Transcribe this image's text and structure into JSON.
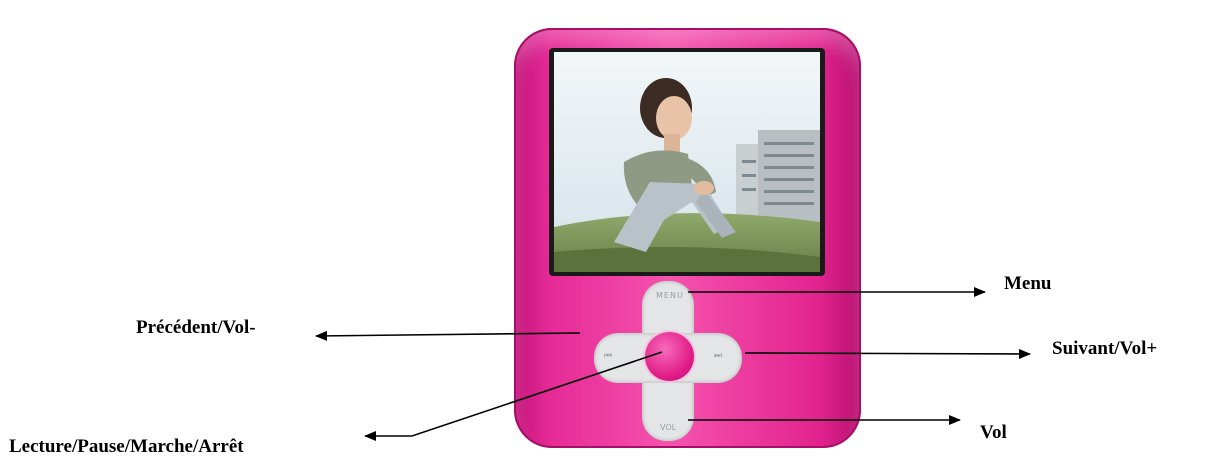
{
  "labels": {
    "menu": "Menu",
    "previous": "Précédent/Vol-",
    "next": "Suivant/Vol+",
    "volume": "Vol",
    "play": "Lecture/Pause/Marche/Arrêt"
  },
  "colors": {
    "device_body": "#e52a96",
    "center_button": "#e01a86",
    "dpad": "#e4e5e7"
  },
  "icons": {
    "menu": "menu-icon",
    "previous": "previous-track-icon",
    "next": "next-track-icon",
    "volume": "volume-icon"
  }
}
